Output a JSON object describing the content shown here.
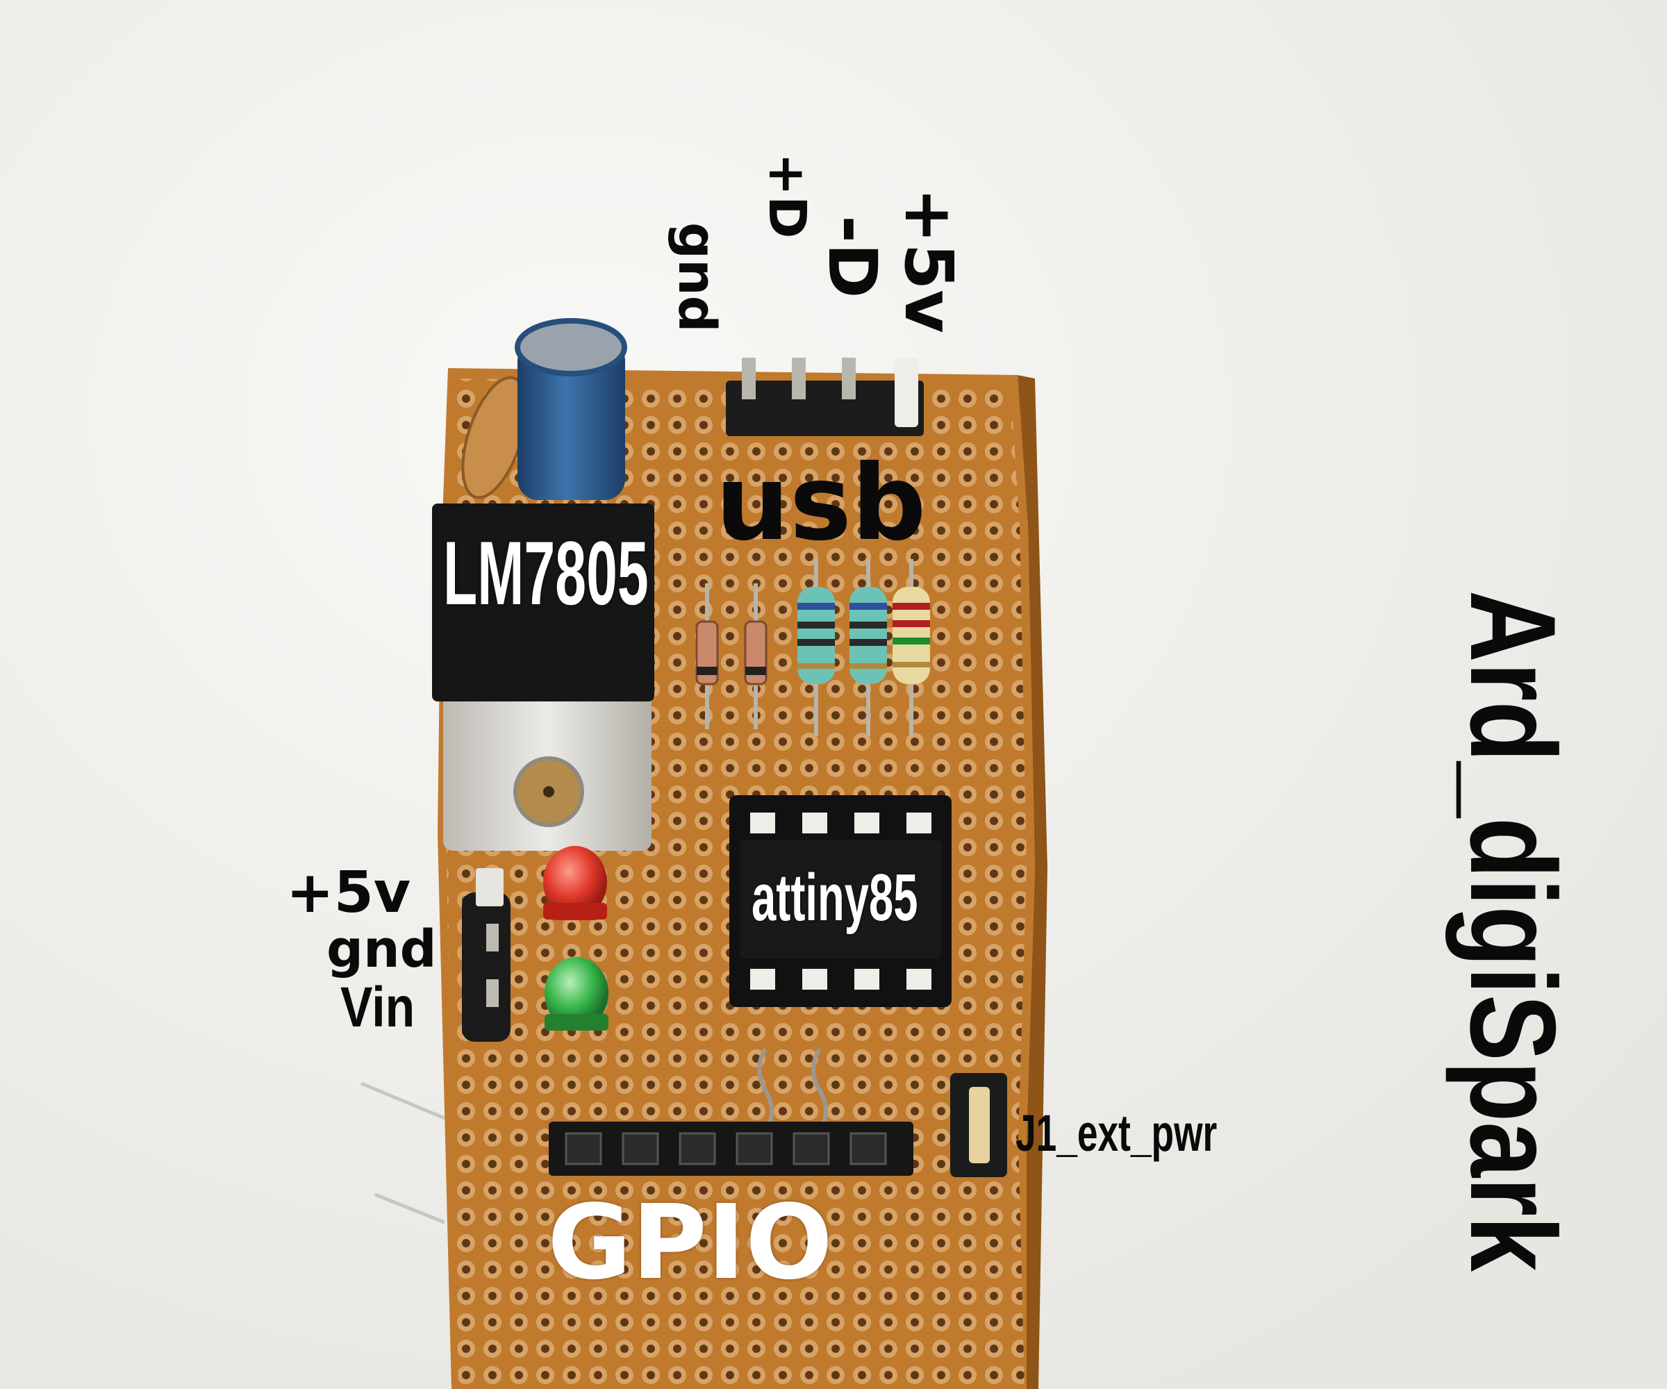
{
  "title": "Ard_digiSpark",
  "usb_header": {
    "label": "usb",
    "pins": [
      "gnd",
      "+D",
      "-D",
      "+5v"
    ]
  },
  "regulator": {
    "label": "LM7805"
  },
  "microcontroller": {
    "label": "attiny85"
  },
  "power_pins": [
    "+5v",
    "gnd",
    "Vin"
  ],
  "jumper": {
    "label": "J1_ext_pwr"
  },
  "gpio": {
    "label": "GPIO"
  },
  "colors": {
    "background": "#f2f1ee",
    "pcb": "#c07a2e",
    "pcb_pad": "#d9a56a",
    "header_plastic": "#1c1c1c",
    "regulator_body": "#161616",
    "heatsink_tab": "#d6d4cf",
    "led_red": "#e0392b",
    "led_green": "#36b54a",
    "capacitor": "#2f5f93"
  }
}
